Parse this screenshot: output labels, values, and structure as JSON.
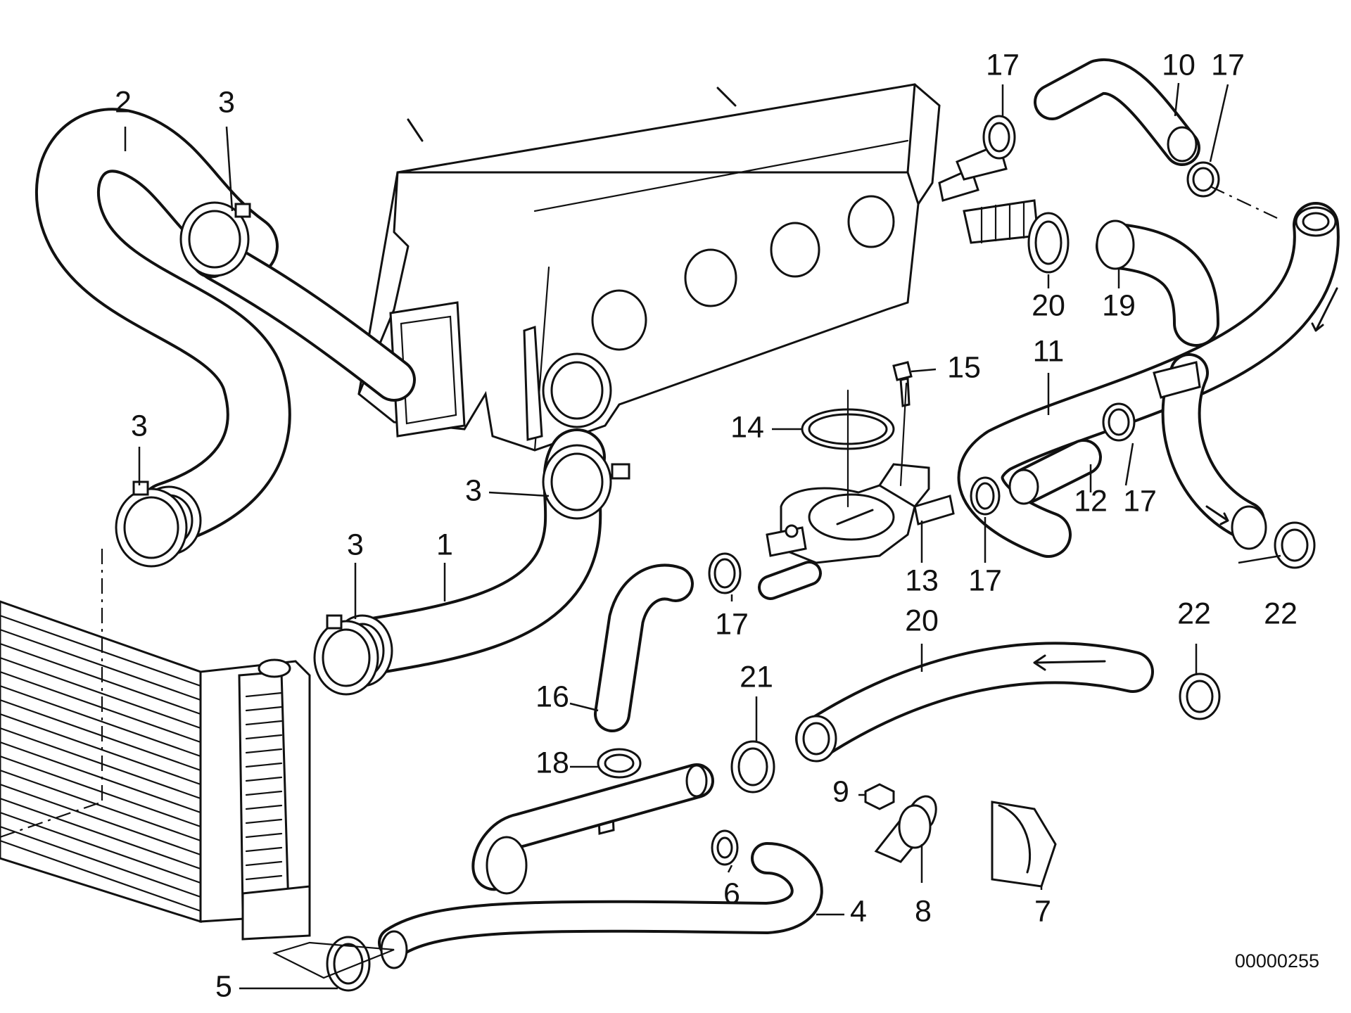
{
  "diagram": {
    "document_number": "00000255",
    "callouts": [
      {
        "id": "c-2",
        "label": "2"
      },
      {
        "id": "c-3a",
        "label": "3"
      },
      {
        "id": "c-3b",
        "label": "3"
      },
      {
        "id": "c-3c",
        "label": "3"
      },
      {
        "id": "c-3d",
        "label": "3"
      },
      {
        "id": "c-1",
        "label": "1"
      },
      {
        "id": "c-17a",
        "label": "17"
      },
      {
        "id": "c-10",
        "label": "10"
      },
      {
        "id": "c-17b",
        "label": "17"
      },
      {
        "id": "c-20a",
        "label": "20"
      },
      {
        "id": "c-19",
        "label": "19"
      },
      {
        "id": "c-15",
        "label": "15"
      },
      {
        "id": "c-11",
        "label": "11"
      },
      {
        "id": "c-14",
        "label": "14"
      },
      {
        "id": "c-12",
        "label": "12"
      },
      {
        "id": "c-17c",
        "label": "17"
      },
      {
        "id": "c-13",
        "label": "13"
      },
      {
        "id": "c-17d",
        "label": "17"
      },
      {
        "id": "c-22a",
        "label": "22"
      },
      {
        "id": "c-17e",
        "label": "17"
      },
      {
        "id": "c-20b",
        "label": "20"
      },
      {
        "id": "c-22b",
        "label": "22"
      },
      {
        "id": "c-21",
        "label": "21"
      },
      {
        "id": "c-16",
        "label": "16"
      },
      {
        "id": "c-18",
        "label": "18"
      },
      {
        "id": "c-9",
        "label": "9"
      },
      {
        "id": "c-6",
        "label": "6"
      },
      {
        "id": "c-4",
        "label": "4"
      },
      {
        "id": "c-8",
        "label": "8"
      },
      {
        "id": "c-7",
        "label": "7"
      },
      {
        "id": "c-5",
        "label": "5"
      }
    ]
  }
}
